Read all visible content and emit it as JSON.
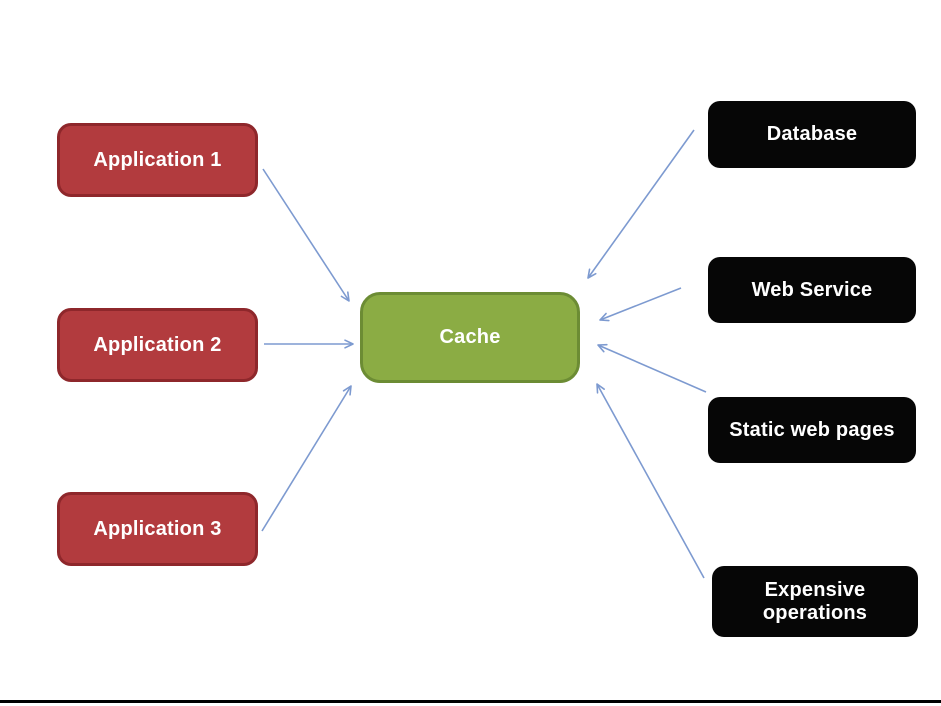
{
  "diagram": {
    "title": "cache-architecture-diagram",
    "left_nodes": [
      {
        "id": "app1",
        "label": "Application 1"
      },
      {
        "id": "app2",
        "label": "Application 2"
      },
      {
        "id": "app3",
        "label": "Application 3"
      }
    ],
    "center_node": {
      "id": "cache",
      "label": "Cache"
    },
    "right_nodes": [
      {
        "id": "database",
        "label": "Database"
      },
      {
        "id": "web-service",
        "label": "Web Service"
      },
      {
        "id": "static-web-pages",
        "label": "Static web pages"
      },
      {
        "id": "expensive-operations",
        "label": "Expensive operations"
      }
    ],
    "edges": [
      {
        "from": "app1",
        "to": "cache"
      },
      {
        "from": "app2",
        "to": "cache"
      },
      {
        "from": "app3",
        "to": "cache"
      },
      {
        "from": "database",
        "to": "cache"
      },
      {
        "from": "web-service",
        "to": "cache"
      },
      {
        "from": "static-web-pages",
        "to": "cache"
      },
      {
        "from": "expensive-operations",
        "to": "cache"
      }
    ],
    "colors": {
      "application_fill": "#b23b3e",
      "application_border": "#8e272b",
      "cache_fill": "#8bac44",
      "cache_border": "#6c8c34",
      "service_fill": "#060606",
      "label_text": "#ffffff",
      "arrow": "#7d9ad0",
      "background": "#ffffff",
      "bottom_border": "#000000"
    }
  }
}
